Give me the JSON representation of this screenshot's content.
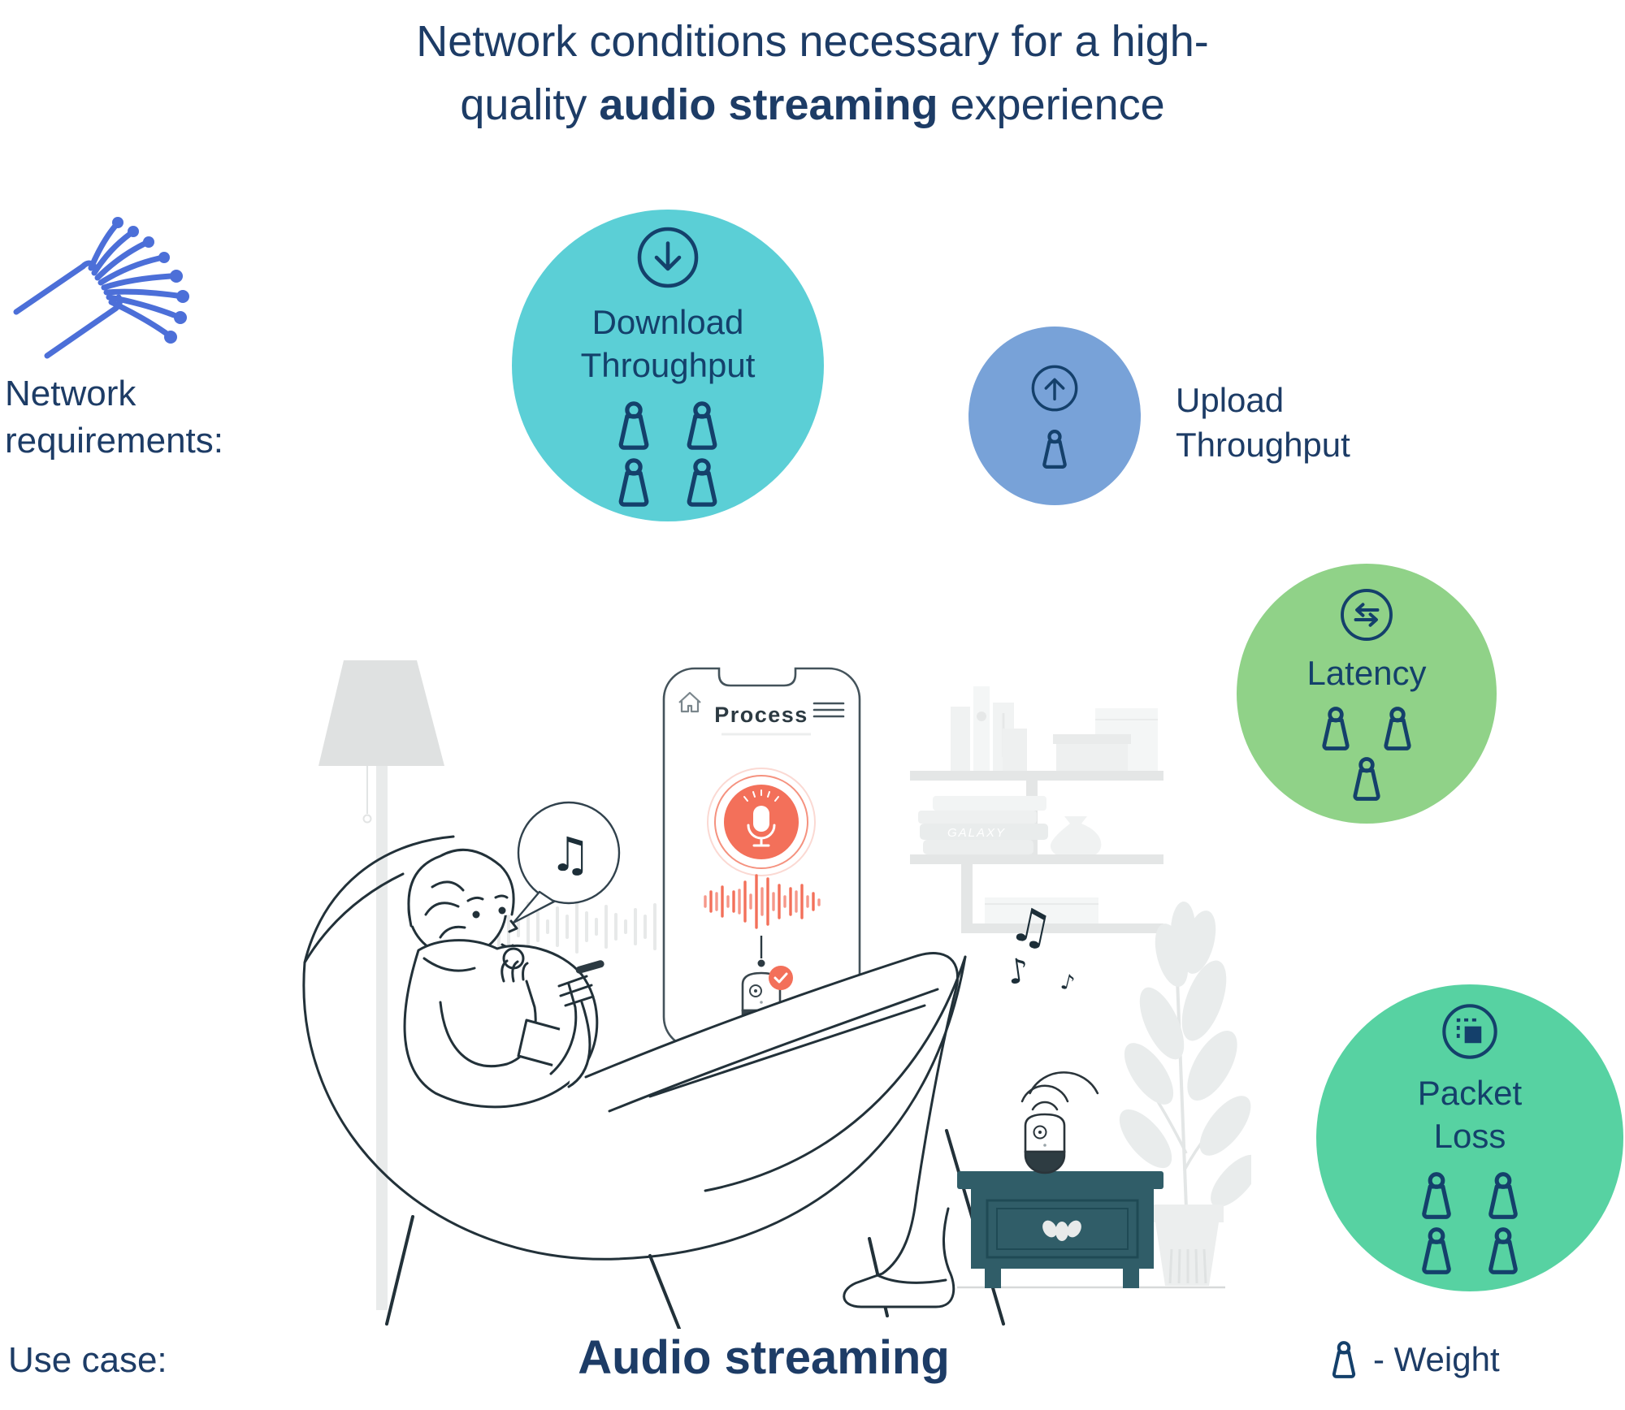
{
  "title": {
    "line1": "Network conditions necessary for a high-",
    "line2_pre": "quality ",
    "line2_bold": "audio streaming",
    "line2_post": " experience"
  },
  "network_requirements_label": {
    "line1": "Network",
    "line2": "requirements:"
  },
  "requirements": [
    {
      "id": "download-throughput",
      "lines": [
        "Download",
        "Throughput"
      ],
      "icon": "download-arrow-circle-icon",
      "weight_count": 4,
      "color": "#5bcfd6",
      "label_position": "inside"
    },
    {
      "id": "upload-throughput",
      "lines": [
        "Upload",
        "Throughput"
      ],
      "icon": "upload-arrow-circle-icon",
      "weight_count": 1,
      "color": "#78a2d8",
      "label_position": "outside-right"
    },
    {
      "id": "latency",
      "lines": [
        "Latency"
      ],
      "icon": "latency-arrows-circle-icon",
      "weight_count": 3,
      "color": "#90d288",
      "label_position": "inside"
    },
    {
      "id": "packet-loss",
      "lines": [
        "Packet",
        "Loss"
      ],
      "icon": "packet-circle-icon",
      "weight_count": 4,
      "color": "#57d2a2",
      "label_position": "inside"
    }
  ],
  "use_case": {
    "label": "Use case:",
    "value": "Audio streaming"
  },
  "legend": {
    "icon": "weight-icon",
    "text": "- Weight"
  },
  "illustration": {
    "phone": {
      "screen_title": "Process"
    },
    "bookshelf": {
      "book_spine_label": "GALAXY"
    },
    "glyphs": {
      "double_note": "♫",
      "single_note": "♪"
    }
  },
  "colors": {
    "navy_text": "#1d3c66",
    "icon_navy": "#14406b",
    "teal_circle": "#5bcfd6",
    "blue_circle": "#78a2d8",
    "green_circle": "#90d288",
    "mint_circle": "#57d2a2",
    "fiber_blue": "#4c6fd8",
    "coral": "#f3705a",
    "cabinet_teal": "#305d68",
    "illustration_gray": "#e7e9e9"
  }
}
